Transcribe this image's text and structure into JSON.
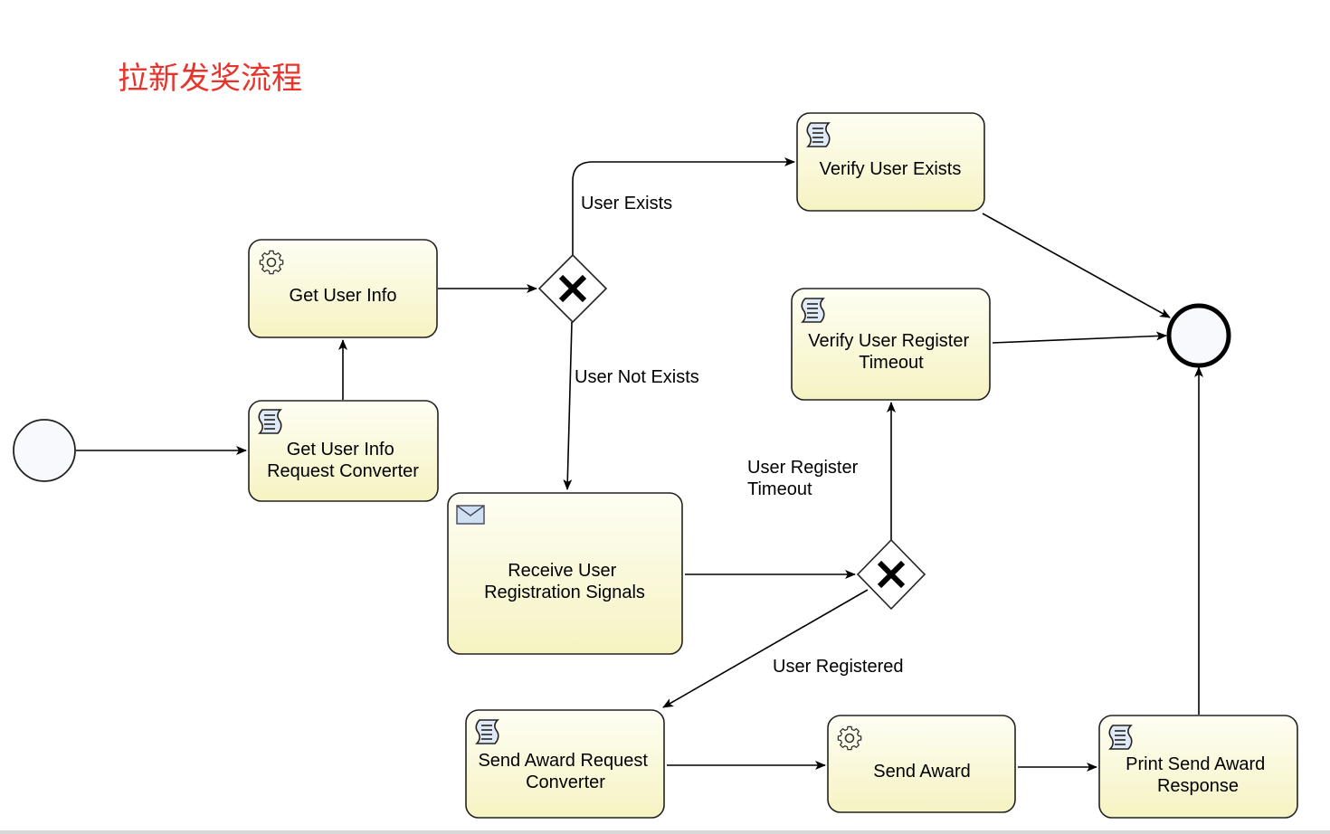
{
  "title": "拉新发奖流程",
  "colors": {
    "title": "#e8332a",
    "task_fill_top": "#fdfde6",
    "task_fill_bottom": "#f6f3c2",
    "event_fill": "#f7f9fc",
    "stroke": "#000000"
  },
  "nodes": {
    "start_event": {
      "type": "start-event"
    },
    "end_event": {
      "type": "end-event"
    },
    "get_user_info": {
      "label": [
        "Get User Info"
      ],
      "icon": "gear-icon"
    },
    "get_user_info_request_converter": {
      "label": [
        "Get User Info",
        "Request Converter"
      ],
      "icon": "script-icon"
    },
    "gateway_user": {
      "type": "exclusive-gateway"
    },
    "verify_user_exists": {
      "label": [
        "Verify User Exists"
      ],
      "icon": "script-icon"
    },
    "verify_user_register_timeout": {
      "label": [
        "Verify User Register",
        "Timeout"
      ],
      "icon": "script-icon"
    },
    "receive_user_registration_signals": {
      "label": [
        "Receive User",
        "Registration Signals"
      ],
      "icon": "envelope-icon"
    },
    "gateway_registration": {
      "type": "exclusive-gateway"
    },
    "send_award_request_converter": {
      "label": [
        "Send Award Request",
        "Converter"
      ],
      "icon": "script-icon"
    },
    "send_award": {
      "label": [
        "Send Award"
      ],
      "icon": "gear-icon"
    },
    "print_send_award_response": {
      "label": [
        "Print Send Award",
        "Response"
      ],
      "icon": "script-icon"
    }
  },
  "edge_labels": {
    "user_exists": [
      "User Exists"
    ],
    "user_not_exists": [
      "User Not Exists"
    ],
    "user_register_timeout": [
      "User Register",
      "Timeout"
    ],
    "user_registered": [
      "User Registered"
    ]
  }
}
